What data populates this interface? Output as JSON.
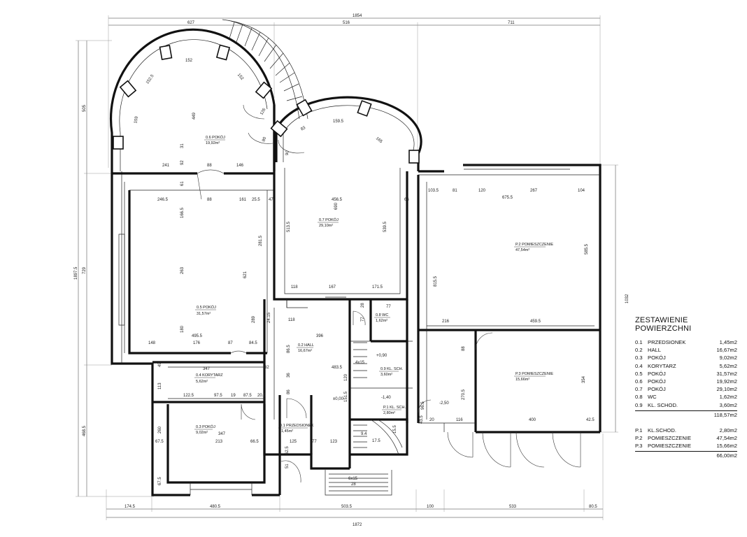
{
  "legend": {
    "title": "ZESTAWIENIE POWIERZCHNI",
    "rooms": [
      {
        "num": "0.1",
        "name": "PRZEDSIONEK",
        "area": "1,45m2"
      },
      {
        "num": "0.2",
        "name": "HALL",
        "area": "16,67m2"
      },
      {
        "num": "0.3",
        "name": "POKÓJ",
        "area": "9,02m2"
      },
      {
        "num": "0.4",
        "name": "KORYTARZ",
        "area": "5,62m2"
      },
      {
        "num": "0.5",
        "name": "POKÓJ",
        "area": "31,57m2"
      },
      {
        "num": "0.6",
        "name": "POKÓJ",
        "area": "19,92m2"
      },
      {
        "num": "0.7",
        "name": "POKÓJ",
        "area": "29,10m2"
      },
      {
        "num": "0.8",
        "name": "WC",
        "area": "1,62m2"
      },
      {
        "num": "0.9",
        "name": "KL. SCHOD.",
        "area": "3,60m2"
      }
    ],
    "rooms_total": "118,57m2",
    "extra": [
      {
        "num": "P.1",
        "name": "KL.SCHOD.",
        "area": "2,80m2"
      },
      {
        "num": "P.2",
        "name": "POMIESZCZENIE",
        "area": "47,54m2"
      },
      {
        "num": "P.3",
        "name": "POMIESZCZENIE",
        "area": "15,66m2"
      }
    ],
    "extra_total": "66,00m2"
  },
  "plan_labels": {
    "r01": {
      "name": "0.1 PRZEDSIONEK",
      "area": "1,45m²"
    },
    "r02": {
      "name": "0.2 HALL",
      "area": "16,67m²"
    },
    "r03": {
      "name": "0.3 POKÓJ",
      "area": "9,02m²"
    },
    "r04": {
      "name": "0.4 KORYTARZ",
      "area": "5,62m²"
    },
    "r05": {
      "name": "0.5 POKÓJ",
      "area": "31,57m²"
    },
    "r06": {
      "name": "0.6 POKÓJ",
      "area": "19,92m²"
    },
    "r07": {
      "name": "0.7 POKÓJ",
      "area": "29,10m²"
    },
    "r08": {
      "name": "0.8 WC",
      "area": "1,62m²"
    },
    "r09": {
      "name": "0.9 KL. SCH.",
      "area": "3,60m²"
    },
    "p1": {
      "name": "P.1 KL. SCH.",
      "area": "2,80m²"
    },
    "p2": {
      "name": "P.2 POMIESZCZENIE",
      "area": "47,54m²"
    },
    "p3": {
      "name": "P.3 POMIESZCZENIE",
      "area": "15,66m²"
    }
  },
  "dimensions": {
    "top_total": "1854",
    "top_a": "627",
    "top_b": "516",
    "top_c": "711",
    "bottom_total": "1872",
    "bottom_a": "174.5",
    "bottom_b": "480.5",
    "bottom_c": "503.5",
    "bottom_d": "100",
    "bottom_e": "533",
    "bottom_f": "80.5",
    "left_total": "1897.5",
    "left_a": "505",
    "left_b": "729",
    "left_c": "468.5",
    "right_total": "1032",
    "arc1_top": "152",
    "arc1_l": "152.5",
    "arc1_r": "152",
    "arc1_side": "159",
    "arc1_height": "449",
    "arc2_top": "159.5",
    "arc2_l": "83",
    "arc2_r": "165",
    "r06_w1": "241",
    "r06_w2": "88",
    "r06_w3": "146",
    "r06_h": "92",
    "r06_h2": "61",
    "r06_s": "31",
    "r05_w1": "246.5",
    "r05_w2": "88",
    "r05_w3": "161",
    "r05_w4": "25.5",
    "r05_h1": "166.5",
    "r05_h2": "263",
    "r05_h3": "621",
    "r05_h4": "281.5",
    "r05_h5": "180",
    "r05_h6": "289",
    "r05_b1": "495.5",
    "r05_b2": "148",
    "r05_b3": "176",
    "r05_b4": "87",
    "r05_b5": "84.5",
    "r07_w1": "47",
    "r07_w2": "456.5",
    "r07_w3": "66",
    "r07_h1": "690",
    "r07_h2": "513.5",
    "r07_h3": "539.5",
    "r07_b1": "118",
    "r07_b2": "167",
    "r07_b3": "171.5",
    "p2_w1": "103.5",
    "p2_w2": "81",
    "p2_w3": "120",
    "p2_w4": "267",
    "p2_w5": "104",
    "p2_w6": "675.5",
    "p2_h1": "585.5",
    "p2_h2": "815.5",
    "p2_b1": "216",
    "p2_b2": "459.5",
    "p3_h1": "88",
    "p3_h2": "270.5",
    "p3_h3": "354",
    "p3_b1": "116",
    "p3_b2": "400",
    "p3_b3": "42.5",
    "p3_b4": "43.5",
    "p3_b5": "20",
    "hall_w1": "24.15",
    "hall_w2": "118",
    "hall_w3": "396",
    "hall_w4": "483.5",
    "hall_h1": "86.5",
    "hall_h2": "36",
    "hall_h3": "86",
    "hall_h4": "151.5",
    "hall_h5": "120",
    "hall_h6": "77",
    "hall_h7": "28",
    "r04_w": "347",
    "r04_w2": "122.5",
    "r04_w3": "97.5",
    "r04_w4": "19",
    "r04_w5": "87.5",
    "r04_w6": "20.5",
    "r04_h": "113",
    "r04_h2": "49",
    "r04_s": "32",
    "r03_w1": "67.5",
    "r03_w2": "213",
    "r03_w3": "66.5",
    "r03_w4": "347",
    "r03_h1": "260",
    "r03_h2": "67.5",
    "r01_w1": "125",
    "r01_w2": "77",
    "r01_w3": "123",
    "r01_h1": "62.5",
    "r01_h2": "51",
    "r08_w": "77",
    "r09_s": "4x15",
    "p1_a": "17.5",
    "p1_b": "96.5",
    "p1_c": "15.5",
    "p1_d": "9.4",
    "lvl1": "±0,00",
    "lvl2": "-1,40",
    "lvl3": "-2,50",
    "lvl4": "+0,90",
    "stairs_bottom": "6x15",
    "stairs_bottom2": "28",
    "arch_r1": "126",
    "arch_r2": "80",
    "arch_r3": "90"
  }
}
